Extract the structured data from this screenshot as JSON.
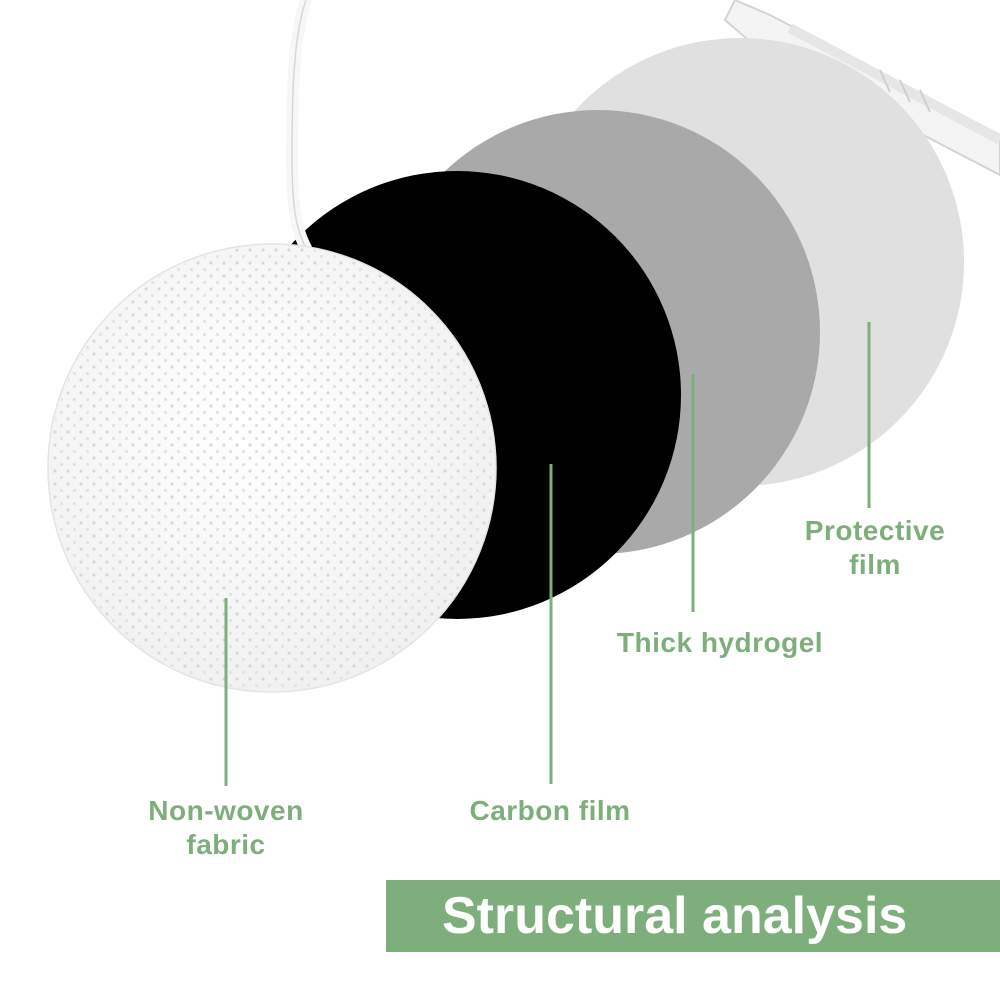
{
  "layers": {
    "non_woven_fabric": {
      "line1": "Non-woven",
      "line2": "fabric"
    },
    "carbon_film": {
      "label": "Carbon film"
    },
    "thick_hydrogel": {
      "label": "Thick hydrogel"
    },
    "protective_film": {
      "line1": "Protective",
      "line2": "film"
    }
  },
  "banner": {
    "title": "Structural analysis"
  },
  "colors": {
    "accent": "#7fae7d",
    "protective_film": "#e0e0e0",
    "hydrogel": "#a9a9a9",
    "carbon": "#000000",
    "fabric": "#ffffff"
  }
}
